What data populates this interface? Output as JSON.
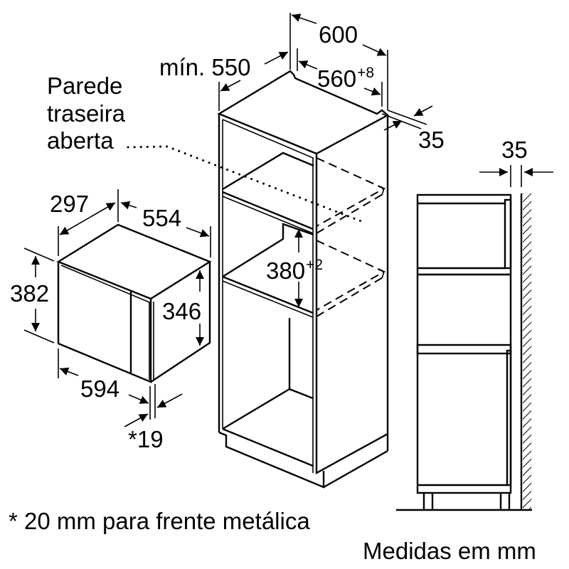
{
  "diagram": {
    "type": "installation-dimension-drawing",
    "units_note": "Medidas em mm",
    "footnote": "* 20 mm para frente metálica",
    "rear_wall_label": [
      "Parede",
      "traseira",
      "aberta"
    ],
    "appliance": {
      "depth": "297",
      "width_top": "554",
      "height_total": "382",
      "height_body": "346",
      "width_front": "594",
      "front_offset": "*19"
    },
    "cabinet": {
      "depth_min_prefix": "mín.",
      "depth_min": "550",
      "width_outer": "600",
      "width_inner": "560",
      "width_inner_tolerance": "+8",
      "back_gap": "35",
      "niche_height": "380",
      "niche_height_tolerance": "+2"
    },
    "side_view": {
      "wall_gap": "35"
    }
  }
}
